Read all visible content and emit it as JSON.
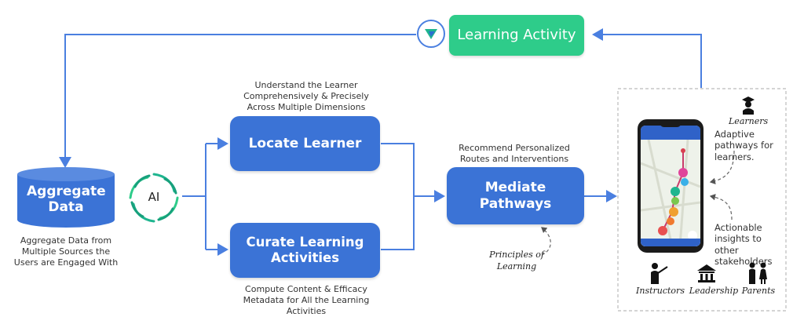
{
  "learning_activity": {
    "label": "Learning Activity"
  },
  "aggregate": {
    "title": "Aggregate Data",
    "caption": "Aggregate Data from Multiple Sources the Users are Engaged With"
  },
  "ai_badge": {
    "label": "AI"
  },
  "locate": {
    "title": "Locate Learner",
    "caption": "Understand the Learner Comprehensively & Precisely Across Multiple Dimensions"
  },
  "curate": {
    "title": "Curate Learning Activities",
    "caption": "Compute Content & Efficacy Metadata for All the Learning Activities"
  },
  "mediate": {
    "title": "Mediate Pathways",
    "caption": "Recommend Personalized Routes and Interventions"
  },
  "principles": {
    "label": "Principles of Learning"
  },
  "stakeholders": {
    "learners": "Learners",
    "adaptive": "Adaptive pathways for learners.",
    "actionable": "Actionable insights to other stakeholders",
    "instructors": "Instructors",
    "leadership": "Leadership",
    "parents": "Parents"
  },
  "colors": {
    "primary_blue": "#3b73d6",
    "green": "#2ecc8a",
    "teal": "#1fb58f",
    "arrow": "#4a7fe0"
  }
}
